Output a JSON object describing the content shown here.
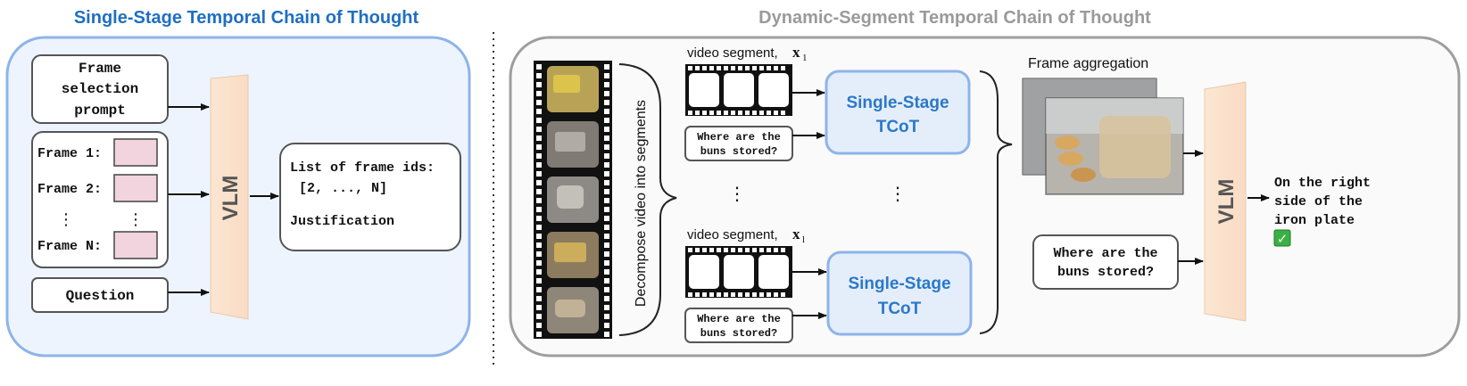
{
  "left": {
    "title": "Single-Stage Temporal Chain of Thought",
    "prompt_lines": [
      "Frame",
      "selection",
      "prompt"
    ],
    "frames": [
      "Frame 1:",
      "Frame 2:",
      "Frame N:"
    ],
    "ellipsis": "⋮",
    "question": "Question",
    "vlm": "VLM",
    "output_lines": [
      "List of frame ids:",
      "[2, ..., N]",
      "Justification"
    ]
  },
  "right": {
    "title": "Dynamic-Segment Temporal Chain of Thought",
    "decompose": "Decompose video into segments",
    "segment_label": "video segment,",
    "seg_var_top": "x",
    "seg_sub_top": "1",
    "seg_var_bottom": "x",
    "seg_sub_bottom": "l",
    "question_lines": [
      "Where are the",
      "buns stored?"
    ],
    "tcot_lines": [
      "Single-Stage",
      "TCoT"
    ],
    "ellipsis": "⋮",
    "aggregation": "Frame aggregation",
    "final_question_lines": [
      "Where are the",
      "buns stored?"
    ],
    "vlm": "VLM",
    "answer_lines": [
      "On the right",
      "side of the",
      "iron plate"
    ],
    "check": "✓"
  },
  "colors": {
    "title_blue": "#1f6fc0",
    "title_gray": "#9a9a9a",
    "panel_blue_fill": "#eef4fd",
    "panel_blue_stroke": "#8db4ea",
    "panel_gray_fill": "#fafafa",
    "panel_gray_stroke": "#9e9e9e",
    "tcot_fill": "#e4eefb",
    "tcot_stroke": "#8db4ea",
    "tcot_text": "#2b78c8",
    "vlm_fill": "#fbe2cc",
    "frame_slot_fill": "#f1d4de",
    "check_green": "#3cb043"
  }
}
